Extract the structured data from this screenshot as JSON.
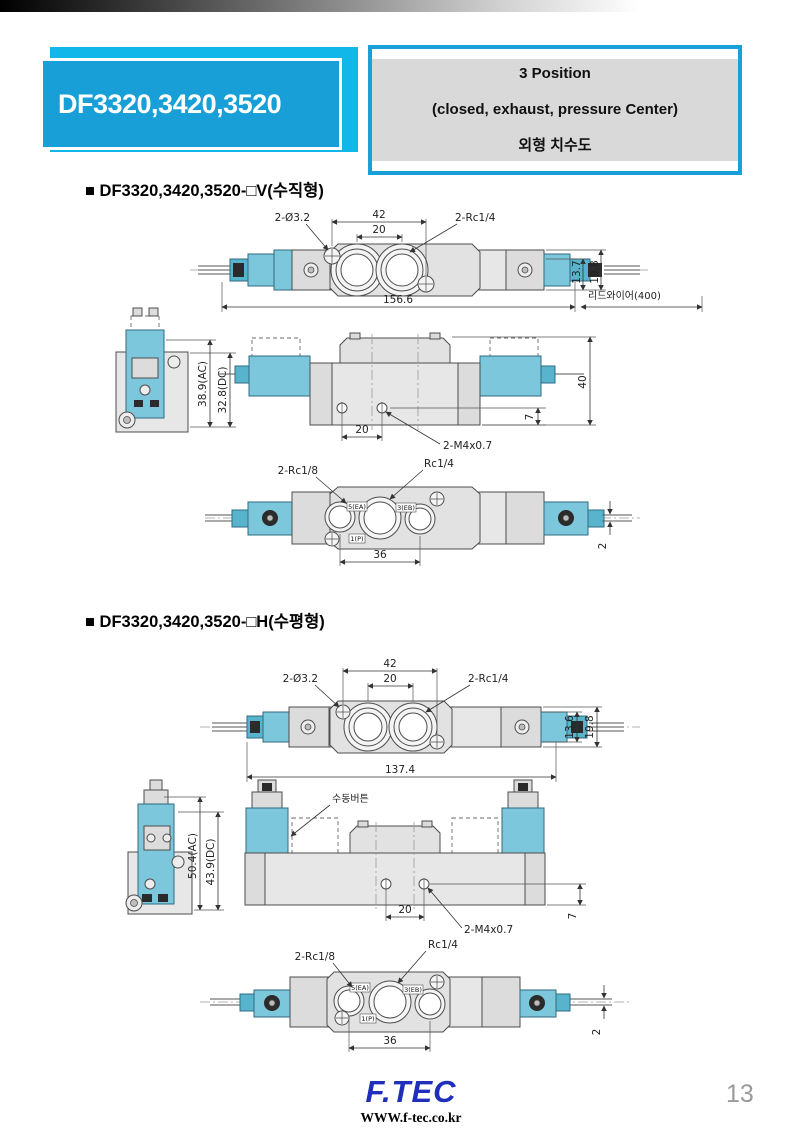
{
  "header": {
    "model": "DF3320,3420,3520",
    "type_title": "3  Position",
    "type_subtitle": "(closed,  exhaust,  pressure  Center)",
    "type_caption": "외형 치수도"
  },
  "colors": {
    "accent_cyan": "#12b7ea",
    "accent_blue": "#189fd8",
    "panel_gray": "#d9d9d9",
    "solenoid_cyan": "#7cc7db",
    "logo_blue": "#1f2fbb"
  },
  "section_v": {
    "heading": "■ DF3320,3420,3520-□V(수직형)",
    "dims": {
      "d42": "42",
      "d20": "20",
      "holes": "2-Ø3.2",
      "ports": "2-Rc1/4",
      "h1": "13.7",
      "h2": "19.8",
      "length": "156.6",
      "lead_wire": "리드와이어(400)",
      "ac": "38.9(AC)",
      "dc": "32.8(DC)",
      "height": "40",
      "d7": "7",
      "thread": "2-M4x0.7",
      "rc18": "2-Rc1/8",
      "rc14": "Rc1/4",
      "d36": "36",
      "d2": "2",
      "port_ea": "5(EA)",
      "port_eb": "3(EB)",
      "port_p": "1(P)"
    }
  },
  "section_h": {
    "heading": "■ DF3320,3420,3520-□H(수평형)",
    "dims": {
      "d42": "42",
      "d20": "20",
      "holes": "2-Ø3.2",
      "ports": "2-Rc1/4",
      "h1": "13.6",
      "h2": "19.8",
      "length": "137.4",
      "manual_button": "수동버튼",
      "ac": "50.4(AC)",
      "dc": "43.9(DC)",
      "d7": "7",
      "thread": "2-M4x0.7",
      "rc18": "2-Rc1/8",
      "rc14": "Rc1/4",
      "d36": "36",
      "d2": "2",
      "port_ea": "5(EA)",
      "port_eb": "3(EB)",
      "port_p": "1(P)"
    }
  },
  "footer": {
    "logo": "F.TEC",
    "website": "WWW.f-tec.co.kr",
    "page": "13"
  }
}
